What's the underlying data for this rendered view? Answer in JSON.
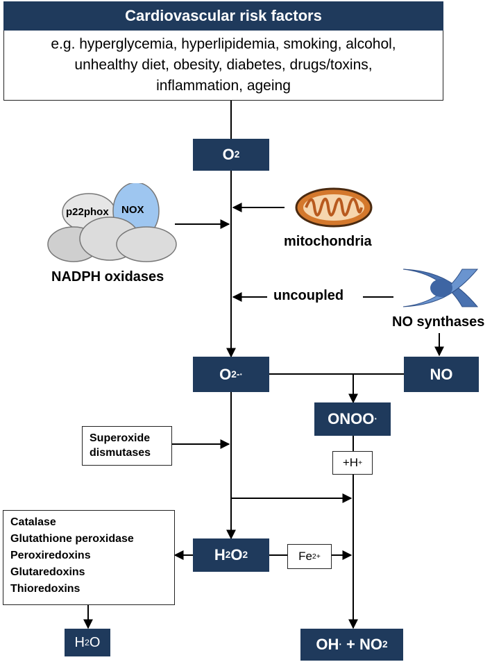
{
  "header": {
    "title": "Cardiovascular risk factors",
    "examples": [
      "e.g. hyperglycemia, hyperlipidemia, smoking, alcohol,",
      "unhealthy diet, obesity, diabetes, drugs/toxins,",
      "inflammation, ageing"
    ]
  },
  "nodes": {
    "o2": {
      "main": "O",
      "sub": "2"
    },
    "superoxide": {
      "main": "O",
      "sub": "2",
      "sup": "-·"
    },
    "no": "NO",
    "onoo": {
      "main": "ONOO",
      "sup": "·"
    },
    "h2o2": {
      "a": "H",
      "sub1": "2",
      "b": "O",
      "sub2": "2"
    },
    "oh_no2": {
      "a": "OH",
      "sup": "·",
      "b": " + NO",
      "sub": "2"
    },
    "h2o": {
      "a": "H",
      "sub": "2",
      "b": "O"
    }
  },
  "sources": {
    "nadph_label": "NADPH oxidases",
    "p22phox": "p22phox",
    "nox": "NOX",
    "mitochondria_label": "mitochondria",
    "uncoupled_label": "uncoupled",
    "nos_label": "NO synthases"
  },
  "enzymes": {
    "sod": [
      "Superoxide",
      "dismutases"
    ],
    "proton": {
      "a": "+H",
      "sup": "+"
    },
    "iron": {
      "a": "Fe",
      "sup": "2+"
    },
    "antioxidants": [
      "Catalase",
      "Glutathione peroxidase",
      "Peroxiredoxins",
      "Glutaredoxins",
      "Thioredoxins"
    ]
  },
  "colors": {
    "node_fill": "#1f3a5c",
    "nox_blue": "#9ec6f0",
    "mito_orange": "#d4782c",
    "nos_blue": "#4a72b0"
  }
}
